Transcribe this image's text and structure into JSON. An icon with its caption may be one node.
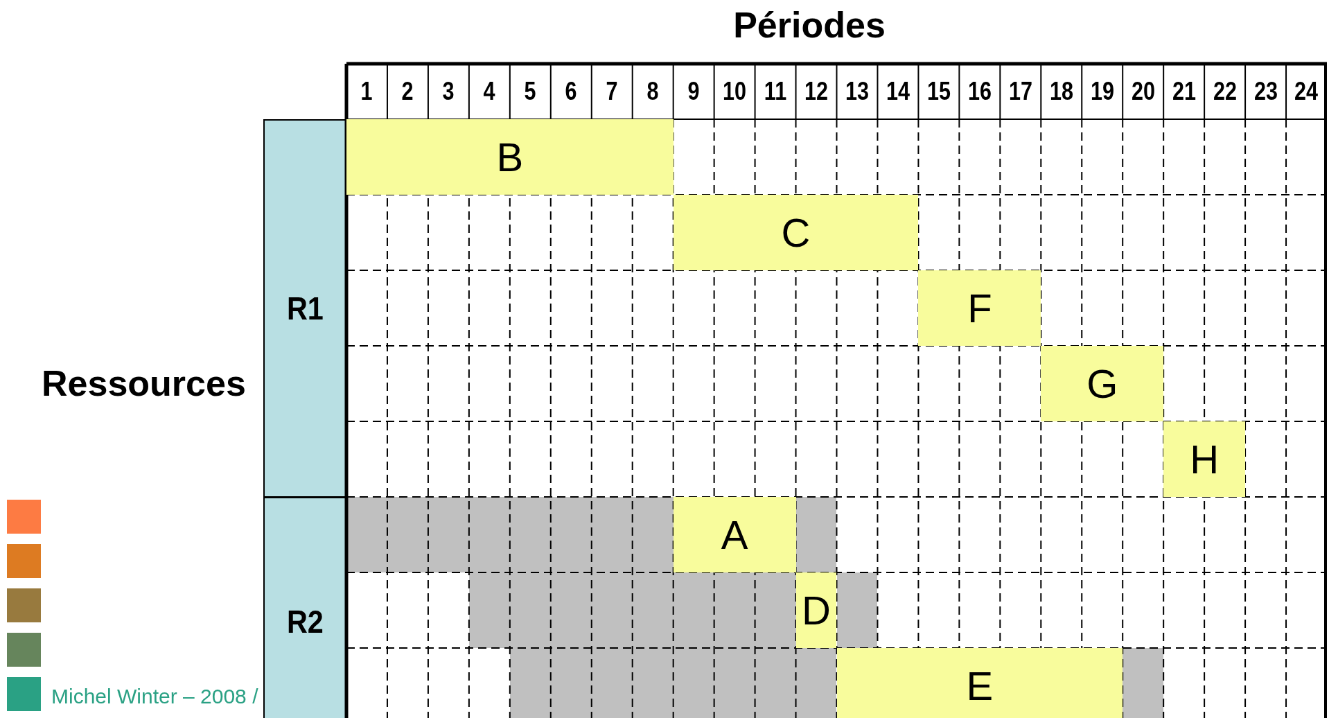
{
  "diagram": {
    "nodes": [
      {
        "text": [
          "R1"
        ]
      },
      {
        "text": [
          "B"
        ]
      },
      {
        "text": [
          "C"
        ]
      },
      {
        "text": [
          "F"
        ]
      },
      {
        "text": [
          "G"
        ]
      },
      {
        "text": [
          "H"
        ]
      },
      {
        "text": [
          "R2"
        ]
      },
      {
        "text": [],
        "shape": "bar"
      },
      {
        "text": [
          "A"
        ]
      },
      {
        "text": [],
        "shape": "bar"
      },
      {
        "text": [],
        "shape": "bar"
      },
      {
        "text": [
          "D"
        ]
      },
      {
        "text": [],
        "shape": "bar"
      },
      {
        "text": [],
        "shape": "bar"
      },
      {
        "text": [
          "E"
        ]
      },
      {
        "text": [],
        "shape": "bar"
      }
    ],
    "edges": [],
    "labels": [
      "Périodes",
      "1",
      "2",
      "3",
      "4",
      "5",
      "6",
      "7",
      "8",
      "9",
      "10",
      "11",
      "12",
      "13",
      "14",
      "15",
      "16",
      "17",
      "18",
      "19",
      "20",
      "21",
      "22",
      "23",
      "24",
      "Ressources",
      "Michel Winter – 2008 /"
    ]
  }
}
